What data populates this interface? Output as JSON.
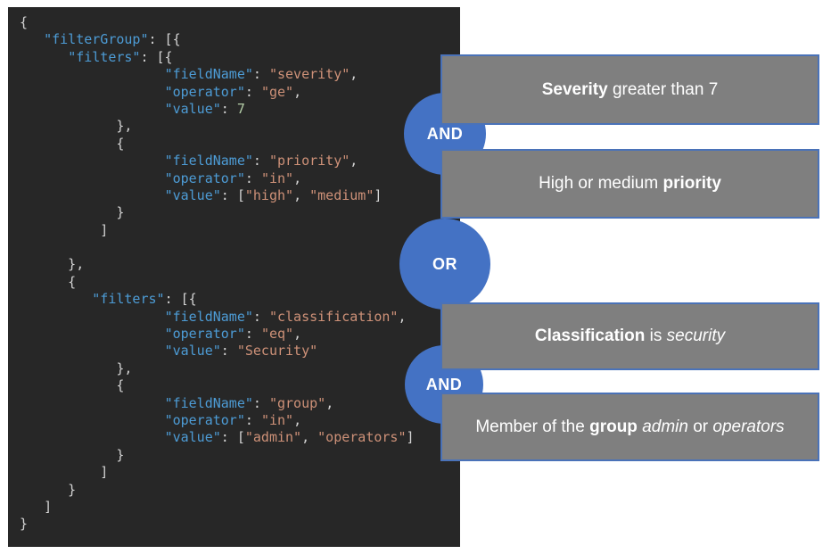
{
  "colors": {
    "connector_blue": "#4472C4",
    "box_gray": "#7f7f7f",
    "box_border": "#4a72b8",
    "box_text": "#ffffff",
    "panel_background": "#272727"
  },
  "code_panel": {
    "token_colors": {
      "p": "#d4d4d4",
      "k": "#4d9cd6",
      "s": "#ce9178",
      "n": "#b5cea8"
    },
    "lines": [
      [
        [
          "p",
          "{"
        ]
      ],
      [
        [
          "p",
          "   "
        ],
        [
          "k",
          "\"filterGroup\""
        ],
        [
          "p",
          ": [{"
        ]
      ],
      [
        [
          "p",
          "      "
        ],
        [
          "k",
          "\"filters\""
        ],
        [
          "p",
          ": [{"
        ]
      ],
      [
        [
          "p",
          "                  "
        ],
        [
          "k",
          "\"fieldName\""
        ],
        [
          "p",
          ": "
        ],
        [
          "s",
          "\"severity\""
        ],
        [
          "p",
          ","
        ]
      ],
      [
        [
          "p",
          "                  "
        ],
        [
          "k",
          "\"operator\""
        ],
        [
          "p",
          ": "
        ],
        [
          "s",
          "\"ge\""
        ],
        [
          "p",
          ","
        ]
      ],
      [
        [
          "p",
          "                  "
        ],
        [
          "k",
          "\"value\""
        ],
        [
          "p",
          ": "
        ],
        [
          "n",
          "7"
        ]
      ],
      [
        [
          "p",
          "            },"
        ]
      ],
      [
        [
          "p",
          "            {"
        ]
      ],
      [
        [
          "p",
          "                  "
        ],
        [
          "k",
          "\"fieldName\""
        ],
        [
          "p",
          ": "
        ],
        [
          "s",
          "\"priority\""
        ],
        [
          "p",
          ","
        ]
      ],
      [
        [
          "p",
          "                  "
        ],
        [
          "k",
          "\"operator\""
        ],
        [
          "p",
          ": "
        ],
        [
          "s",
          "\"in\""
        ],
        [
          "p",
          ","
        ]
      ],
      [
        [
          "p",
          "                  "
        ],
        [
          "k",
          "\"value\""
        ],
        [
          "p",
          ": ["
        ],
        [
          "s",
          "\"high\""
        ],
        [
          "p",
          ", "
        ],
        [
          "s",
          "\"medium\""
        ],
        [
          "p",
          "]"
        ]
      ],
      [
        [
          "p",
          "            }"
        ]
      ],
      [
        [
          "p",
          "          ]"
        ]
      ],
      [],
      [
        [
          "p",
          "      },"
        ]
      ],
      [
        [
          "p",
          "      {"
        ]
      ],
      [
        [
          "p",
          "         "
        ],
        [
          "k",
          "\"filters\""
        ],
        [
          "p",
          ": [{"
        ]
      ],
      [
        [
          "p",
          "                  "
        ],
        [
          "k",
          "\"fieldName\""
        ],
        [
          "p",
          ": "
        ],
        [
          "s",
          "\"classification\""
        ],
        [
          "p",
          ","
        ]
      ],
      [
        [
          "p",
          "                  "
        ],
        [
          "k",
          "\"operator\""
        ],
        [
          "p",
          ": "
        ],
        [
          "s",
          "\"eq\""
        ],
        [
          "p",
          ","
        ]
      ],
      [
        [
          "p",
          "                  "
        ],
        [
          "k",
          "\"value\""
        ],
        [
          "p",
          ": "
        ],
        [
          "s",
          "\"Security\""
        ]
      ],
      [
        [
          "p",
          "            },"
        ]
      ],
      [
        [
          "p",
          "            {"
        ]
      ],
      [
        [
          "p",
          "                  "
        ],
        [
          "k",
          "\"fieldName\""
        ],
        [
          "p",
          ": "
        ],
        [
          "s",
          "\"group\""
        ],
        [
          "p",
          ","
        ]
      ],
      [
        [
          "p",
          "                  "
        ],
        [
          "k",
          "\"operator\""
        ],
        [
          "p",
          ": "
        ],
        [
          "s",
          "\"in\""
        ],
        [
          "p",
          ","
        ]
      ],
      [
        [
          "p",
          "                  "
        ],
        [
          "k",
          "\"value\""
        ],
        [
          "p",
          ": ["
        ],
        [
          "s",
          "\"admin\""
        ],
        [
          "p",
          ", "
        ],
        [
          "s",
          "\"operators\""
        ],
        [
          "p",
          "]"
        ]
      ],
      [
        [
          "p",
          "            }"
        ]
      ],
      [
        [
          "p",
          "          ]"
        ]
      ],
      [
        [
          "p",
          "      }"
        ]
      ],
      [
        [
          "p",
          "   ]"
        ]
      ],
      [
        [
          "p",
          "}"
        ]
      ]
    ]
  },
  "connectors": [
    {
      "label": "AND"
    },
    {
      "label": "OR"
    },
    {
      "label": "AND"
    }
  ],
  "annotation_boxes": [
    {
      "segments": [
        [
          "b",
          "Severity"
        ],
        [
          "n",
          " greater than 7"
        ]
      ]
    },
    {
      "segments": [
        [
          "n",
          "High or medium "
        ],
        [
          "b",
          "priority"
        ]
      ]
    },
    {
      "segments": [
        [
          "b",
          "Classification"
        ],
        [
          "n",
          " is "
        ],
        [
          "i",
          "security"
        ]
      ]
    },
    {
      "segments": [
        [
          "n",
          "Member of the "
        ],
        [
          "b",
          "group"
        ],
        [
          "n",
          " "
        ],
        [
          "i",
          "admin"
        ],
        [
          "n",
          " or "
        ],
        [
          "i",
          "operators"
        ]
      ]
    }
  ]
}
